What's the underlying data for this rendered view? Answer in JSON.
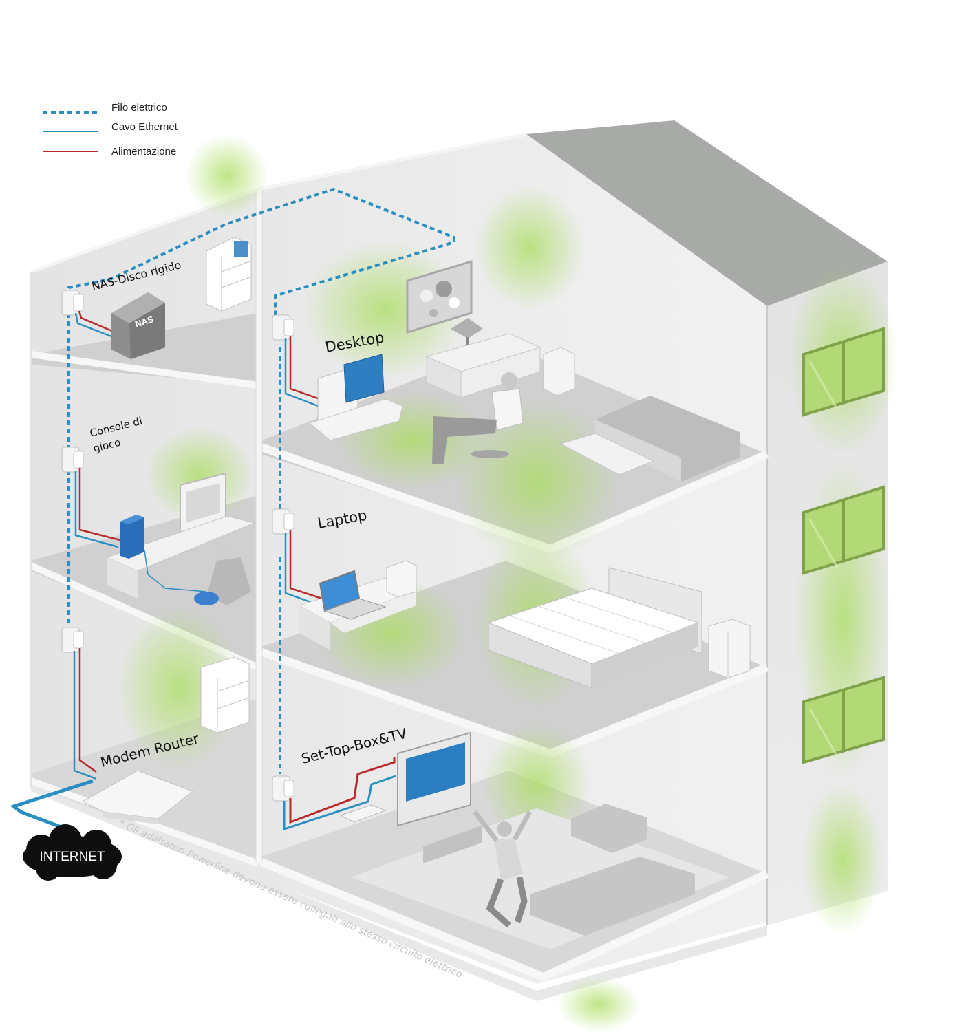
{
  "legend": {
    "items": [
      {
        "label": "Filo elettrico",
        "style": "dotted",
        "color": "#2a8fc0"
      },
      {
        "label": "Cavo Ethernet",
        "style": "solid",
        "color": "#2a8fc0"
      },
      {
        "label": "Alimentazione",
        "style": "solid",
        "color": "#b82a2a"
      }
    ]
  },
  "rooms": {
    "nas": "NAS-Disco rigido",
    "nas_box": "NAS",
    "console_line1": "Console di",
    "console_line2": "gioco",
    "desktop": "Desktop",
    "laptop": "Laptop",
    "modem": "Modem  Router",
    "settop": "Set-Top-Box&TV"
  },
  "internet_label": "INTERNET",
  "footnote": "* Gli adattatori Powerline devono essere collegati allo stesso circuito elettrico.",
  "colors": {
    "powerline": "#2a8fc0",
    "ethernet": "#2a8fc0",
    "power": "#b82a2a",
    "glow": "#b8e07a",
    "wall": "#e9e9e9",
    "floor": "#d0d0d0",
    "roof": "#a9aba9"
  }
}
